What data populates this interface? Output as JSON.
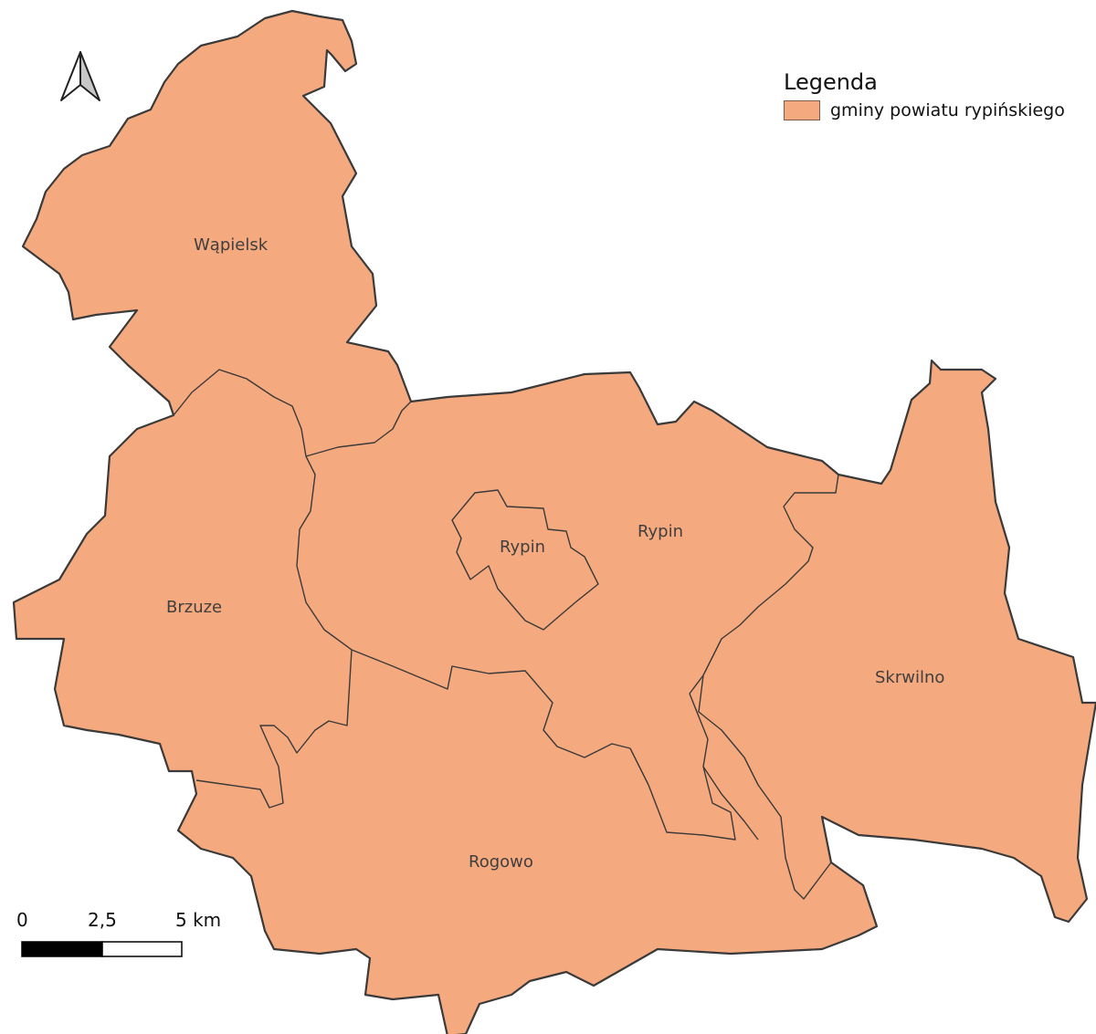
{
  "legend": {
    "title": "Legenda",
    "item_label": "gminy powiatu rypińskiego",
    "item_color": "#f5a97e"
  },
  "north_arrow": {
    "icon": "north-arrow-icon"
  },
  "gminy": [
    {
      "key": "wapielsk",
      "name": "Wąpielsk"
    },
    {
      "key": "brzuze",
      "name": "Brzuze"
    },
    {
      "key": "rypin_gmina",
      "name": "Rypin"
    },
    {
      "key": "rypin_miasto",
      "name": "Rypin"
    },
    {
      "key": "skrwilno",
      "name": "Skrwilno"
    },
    {
      "key": "rogowo",
      "name": "Rogowo"
    }
  ],
  "scale_bar": {
    "labels": [
      "0",
      "2,5",
      "5 km"
    ]
  },
  "colors": {
    "fill": "#f5a97e",
    "border": "#3a3a3a"
  }
}
